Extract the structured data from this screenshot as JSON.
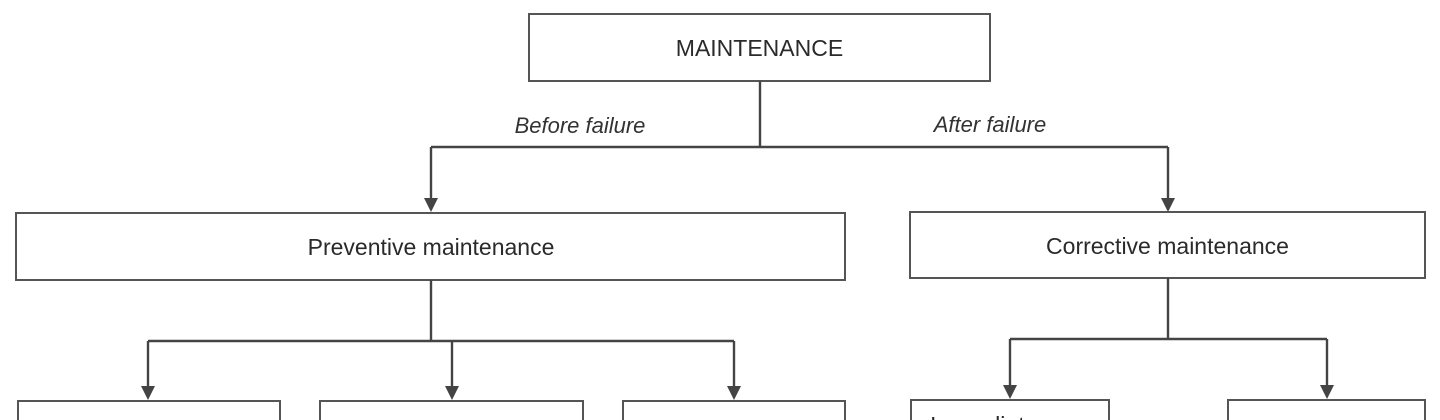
{
  "diagram": {
    "root": {
      "label": "MAINTENANCE"
    },
    "branches": {
      "before": {
        "edge_label": "Before failure",
        "node_label": "Preventive maintenance"
      },
      "after": {
        "edge_label": "After failure",
        "node_label": "Corrective maintenance"
      }
    },
    "preventive_children": [
      "",
      "",
      ""
    ],
    "corrective_children": [
      "Immediate",
      ""
    ]
  }
}
